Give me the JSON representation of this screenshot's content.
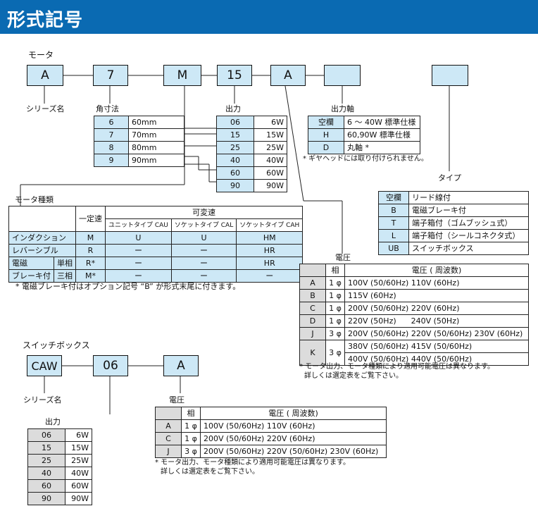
{
  "header": {
    "title": "形式記号",
    "color": "#0a6ab2"
  },
  "motor": {
    "label": "モータ",
    "codes": [
      "A",
      "7",
      "M",
      "15",
      "A",
      "",
      ""
    ],
    "series_label": "シリーズ名",
    "size_label": "角寸法",
    "output_label": "出力",
    "shaft_label": "出力軸",
    "type_label": "タイプ",
    "kind_label": "モータ種類",
    "voltage_label": "電圧",
    "size_rows": [
      [
        "6",
        "60mm"
      ],
      [
        "7",
        "70mm"
      ],
      [
        "8",
        "80mm"
      ],
      [
        "9",
        "90mm"
      ]
    ],
    "output_rows": [
      [
        "06",
        "6W"
      ],
      [
        "15",
        "15W"
      ],
      [
        "25",
        "25W"
      ],
      [
        "40",
        "40W"
      ],
      [
        "60",
        "60W"
      ],
      [
        "90",
        "90W"
      ]
    ],
    "shaft_rows": [
      [
        "空欄",
        "6 ～ 40W 標準仕様"
      ],
      [
        "H",
        "60,90W 標準仕様"
      ],
      [
        "D",
        "丸軸 *"
      ]
    ],
    "shaft_note": "* ギヤヘッドには取り付けられません。",
    "type_rows": [
      [
        "空欄",
        "リード線付"
      ],
      [
        "B",
        "電磁ブレーキ付"
      ],
      [
        "T",
        "端子箱付（ゴムブッシュ式）"
      ],
      [
        "L",
        "端子箱付（シールコネクタ式）"
      ],
      [
        "UB",
        "スイッチボックス"
      ]
    ],
    "kind_table": {
      "h_const": "一定速",
      "h_var": "可変速",
      "h_unit": "ユニットタイプ CAU",
      "h_socket_cal": "ソケットタイプ CAL",
      "h_socket_cah": "ソケットタイプ CAH",
      "r1": [
        "インダクション",
        "M",
        "U",
        "U",
        "HM"
      ],
      "r2": [
        "レバーシブル",
        "R",
        "ー",
        "ー",
        "HR"
      ],
      "r3": [
        "電磁",
        "単相",
        "R*",
        "ー",
        "ー",
        "HR"
      ],
      "r4": [
        "ブレーキ付",
        "三相",
        "M*",
        "ー",
        "ー",
        "ー"
      ]
    },
    "kind_note": "* 電磁ブレーキ付はオプション記号 “B” が形式末尾に付きます。",
    "voltage_table": {
      "h_phase": "相",
      "h_voltage": "電圧 ( 周波数)",
      "rows": [
        [
          "A",
          "1 φ",
          "100V (50/60Hz) 110V (60Hz)"
        ],
        [
          "B",
          "1 φ",
          "115V (60Hz)"
        ],
        [
          "C",
          "1 φ",
          "200V (50/60Hz) 220V (60Hz)"
        ],
        [
          "D",
          "1 φ",
          "220V (50Hz)      240V (50Hz)"
        ],
        [
          "J",
          "3 φ",
          "200V (50/60Hz) 220V (50/60Hz) 230V (60Hz)"
        ]
      ],
      "k_code": "K",
      "k_phase": "3 φ",
      "k_line1": "380V (50/60Hz) 415V (50/60Hz)",
      "k_line2": "400V (50/60Hz) 440V (50/60Hz)"
    },
    "voltage_note1": "* モータ出力、モータ種類により適用可能電圧は異なります。",
    "voltage_note2": "詳しくは選定表をご覧下さい。"
  },
  "switchbox": {
    "label": "スイッチボックス",
    "codes": [
      "CAW",
      "06",
      "A"
    ],
    "series_label": "シリーズ名",
    "output_label": "出力",
    "voltage_label": "電圧",
    "output_rows": [
      [
        "06",
        "6W"
      ],
      [
        "15",
        "15W"
      ],
      [
        "25",
        "25W"
      ],
      [
        "40",
        "40W"
      ],
      [
        "60",
        "60W"
      ],
      [
        "90",
        "90W"
      ]
    ],
    "voltage_table": {
      "h_phase": "相",
      "h_voltage": "電圧 ( 周波数)",
      "rows": [
        [
          "A",
          "1 φ",
          "100V (50/60Hz) 110V (60Hz)"
        ],
        [
          "C",
          "1 φ",
          "200V (50/60Hz) 220V (60Hz)"
        ],
        [
          "J",
          "3 φ",
          "200V (50/60Hz) 220V (50/60Hz) 230V (60Hz)"
        ]
      ]
    },
    "voltage_note1": "* モータ出力、モータ種類により適用可能電圧は異なります。",
    "voltage_note2": "詳しくは選定表をご覧下さい。"
  }
}
